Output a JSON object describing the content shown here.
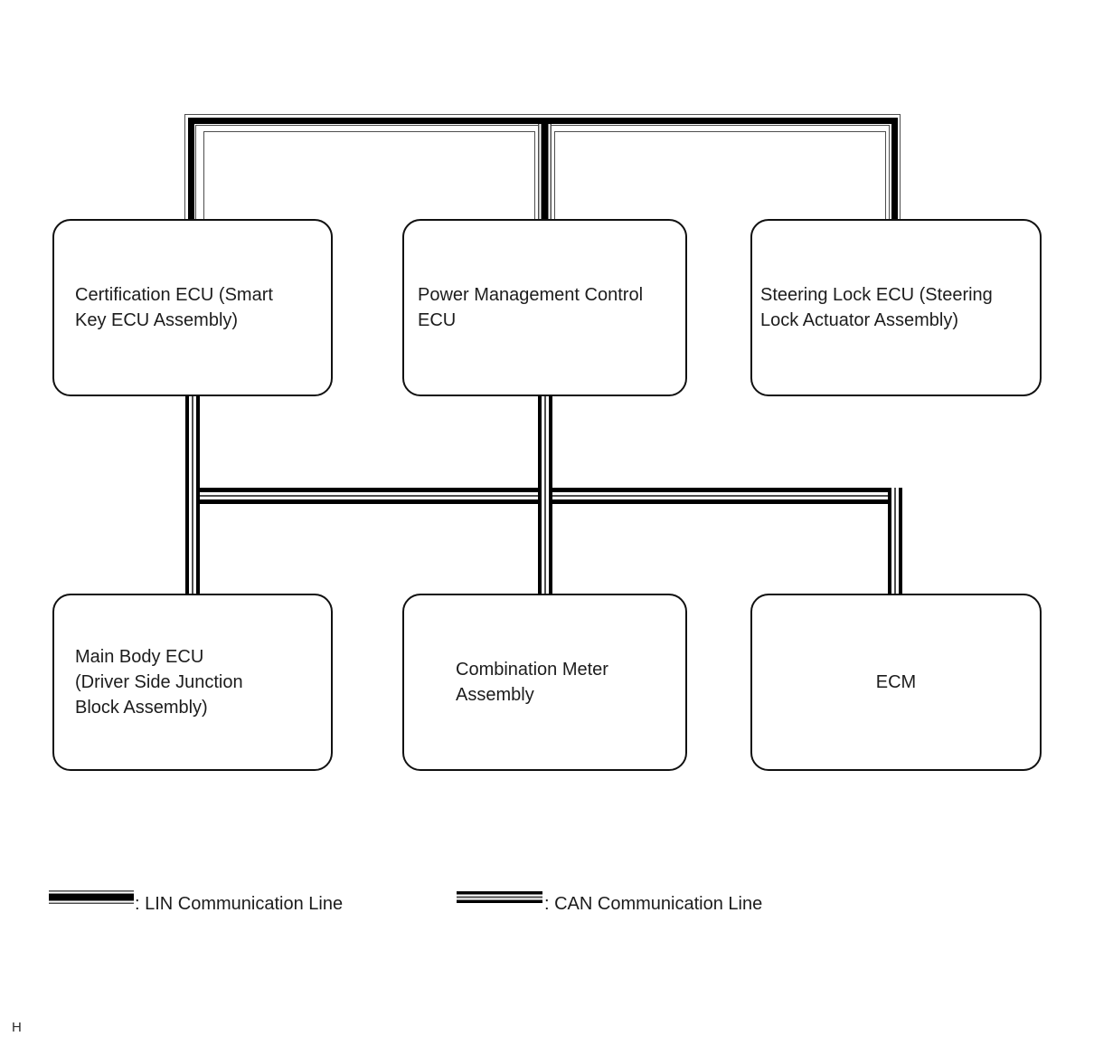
{
  "boxes": [
    {
      "name": "certification-ecu",
      "lines": [
        "Certification ECU (Smart",
        "Key ECU Assembly)"
      ]
    },
    {
      "name": "power-management-control-ecu",
      "lines": [
        "Power Management Control",
        "ECU"
      ]
    },
    {
      "name": "steering-lock-ecu",
      "lines": [
        "Steering Lock ECU (Steering",
        "Lock Actuator Assembly)"
      ]
    },
    {
      "name": "main-body-ecu",
      "lines": [
        "Main Body ECU",
        "(Driver Side Junction",
        "Block Assembly)"
      ]
    },
    {
      "name": "combination-meter-assembly",
      "lines": [
        "Combination Meter",
        "Assembly"
      ]
    },
    {
      "name": "ecm",
      "lines": [
        "ECM"
      ]
    }
  ],
  "legend": {
    "lin_label": ": LIN Communication Line",
    "can_label": ": CAN Communication Line"
  },
  "footer": {
    "page_marker": "H"
  },
  "colors": {
    "line_black": "#000000",
    "line_gray": "#4e4e4e",
    "box_border": "#111111",
    "text": "#1c1c1c",
    "background": "#ffffff"
  },
  "diagram": {
    "buses": [
      {
        "type": "LIN",
        "connects": [
          "Certification ECU (Smart Key ECU Assembly)",
          "Power Management Control ECU",
          "Steering Lock ECU (Steering Lock Actuator Assembly)"
        ]
      },
      {
        "type": "CAN",
        "connects": [
          "Certification ECU (Smart Key ECU Assembly)",
          "Power Management Control ECU",
          "Main Body ECU (Driver Side Junction Block Assembly)",
          "Combination Meter Assembly",
          "ECM"
        ]
      }
    ]
  }
}
